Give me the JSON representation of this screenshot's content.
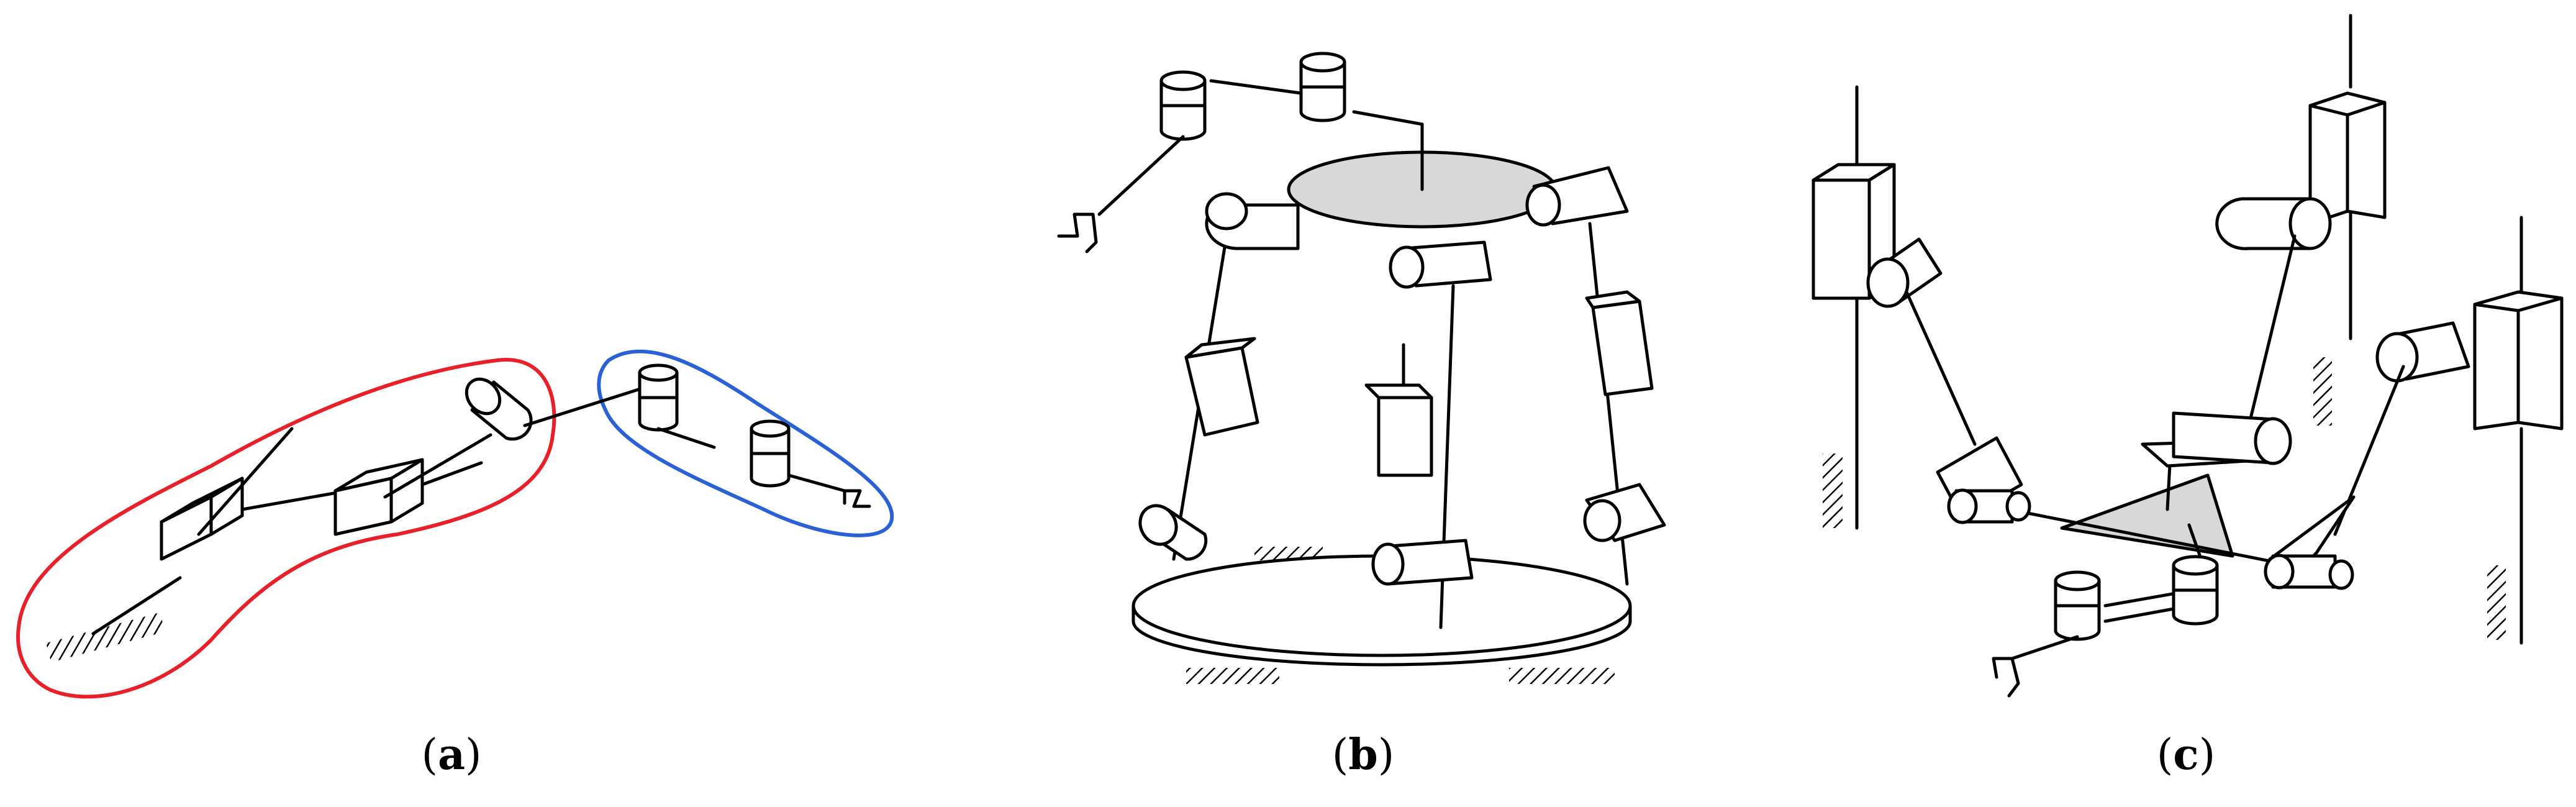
{
  "panels": [
    {
      "id": "a",
      "label": "a"
    },
    {
      "id": "b",
      "label": "b"
    },
    {
      "id": "c",
      "label": "c"
    }
  ],
  "colors": {
    "serial_group_outline": "#e8202a",
    "wrist_group_outline": "#2a62d6",
    "platform_fill": "#d8d8d8",
    "line": "#000000"
  }
}
